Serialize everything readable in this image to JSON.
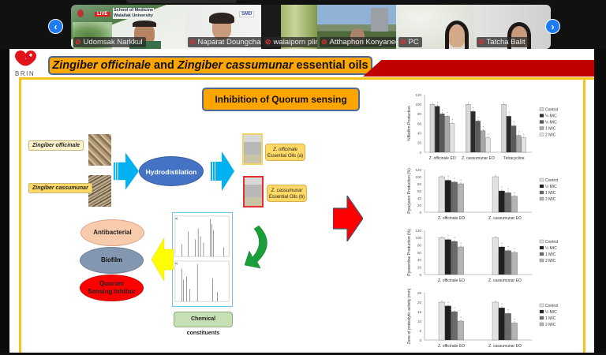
{
  "meeting": {
    "nav_prev_icon": "chevron-left-icon",
    "nav_next_icon": "chevron-right-icon",
    "participants": [
      {
        "name": "Udomsak Narkkul",
        "muted": true,
        "banner_live": "LIVE",
        "banner_line1": "School of Medicine",
        "banner_line2": "Walailak University"
      },
      {
        "name": "Naparat Doungchan",
        "muted": true,
        "banner_badge": "SMD"
      },
      {
        "name": "walaiporn plirat",
        "muted": true
      },
      {
        "name": "Atthaphon Konyanee",
        "muted": true
      },
      {
        "name": "PC",
        "muted": true
      },
      {
        "name": "Tatcha Balit",
        "muted": true
      }
    ]
  },
  "slide": {
    "logo_text": "BRIN",
    "title_italic1": "Zingiber officinale",
    "title_mid": " and ",
    "title_italic2": "Zingiber cassumunar",
    "title_end": " essential oils",
    "subtitle": "Inhibition of Quorum sensing",
    "plant1": "Zingiber officinale",
    "plant2": "Zingiber cassumunar",
    "process": "Hydrodistilation",
    "eo1_name": "Z. officinale",
    "eo1_sub": "Essential Oils (a)",
    "eo2_name": "Z. cassumunar",
    "eo2_sub": "Essential Oils (b)",
    "chem": "Chemical constituents",
    "chroma_a": "a)",
    "chroma_b": "b)",
    "outcome1": "Antibacterial",
    "outcome2": "Biofilm",
    "outcome3_line1": "Quorum",
    "outcome3_line2": "Sensing Inhibor",
    "colors": {
      "orange": "#ffa500",
      "brand_red": "#c00000",
      "frame_yellow": "#f7c21a",
      "arrow_blue": "#00b0f0",
      "arrow_red": "#ff0000",
      "arrow_green": "#1a9e3a",
      "arrow_yellow": "#ffff00"
    }
  },
  "chart_data": [
    {
      "type": "bar",
      "title": "",
      "ylabel": "%Biofilm Production",
      "ylim": [
        0,
        120
      ],
      "yticks": [
        0,
        20,
        40,
        60,
        80,
        100,
        120
      ],
      "categories": [
        "Z. officinale EO",
        "Z. cassumunar EO",
        "Tetracycline"
      ],
      "legend_position": "right",
      "series": [
        {
          "name": "Control",
          "values": [
            100,
            100,
            100
          ]
        },
        {
          "name": "¼ MIC",
          "values": [
            96,
            85,
            75
          ]
        },
        {
          "name": "½ MIC",
          "values": [
            80,
            65,
            55
          ]
        },
        {
          "name": "1 MIC",
          "values": [
            75,
            45,
            35
          ]
        },
        {
          "name": "2 MIC",
          "values": [
            60,
            30,
            30
          ]
        }
      ]
    },
    {
      "type": "bar",
      "title": "",
      "ylabel": "Pyocyanin Production (%)",
      "ylim": [
        0,
        120
      ],
      "yticks": [
        0,
        20,
        40,
        60,
        80,
        100,
        120
      ],
      "categories": [
        "Z. officinale EO",
        "Z. cassumunar EO"
      ],
      "legend_position": "right",
      "series": [
        {
          "name": "Control",
          "values": [
            100,
            100
          ]
        },
        {
          "name": "½ MIC",
          "values": [
            90,
            60
          ]
        },
        {
          "name": "1 MIC",
          "values": [
            85,
            55
          ]
        },
        {
          "name": "2 MIC",
          "values": [
            80,
            45
          ]
        }
      ]
    },
    {
      "type": "bar",
      "title": "",
      "ylabel": "Pyoverdine Production (%)",
      "ylim": [
        0,
        120
      ],
      "yticks": [
        0,
        20,
        40,
        60,
        80,
        100,
        120
      ],
      "categories": [
        "Z. officinale EO",
        "Z. cassumunar EO"
      ],
      "legend_position": "right",
      "series": [
        {
          "name": "Control",
          "values": [
            100,
            100
          ]
        },
        {
          "name": "½ MIC",
          "values": [
            95,
            75
          ]
        },
        {
          "name": "1 MIC",
          "values": [
            90,
            65
          ]
        },
        {
          "name": "2 MIC",
          "values": [
            75,
            60
          ]
        }
      ]
    },
    {
      "type": "bar",
      "title": "",
      "ylabel": "Zone of proteolytic activity (mm)",
      "ylim": [
        0,
        25
      ],
      "yticks": [
        0,
        5,
        10,
        15,
        20,
        25
      ],
      "categories": [
        "Z. officinale EO",
        "Z. cassumunar EO"
      ],
      "legend_position": "right",
      "series": [
        {
          "name": "Control",
          "values": [
            20,
            20
          ]
        },
        {
          "name": "½ MIC",
          "values": [
            18,
            17
          ]
        },
        {
          "name": "1 MIC",
          "values": [
            15,
            14
          ]
        },
        {
          "name": "2 MIC",
          "values": [
            10,
            9
          ]
        }
      ]
    }
  ]
}
